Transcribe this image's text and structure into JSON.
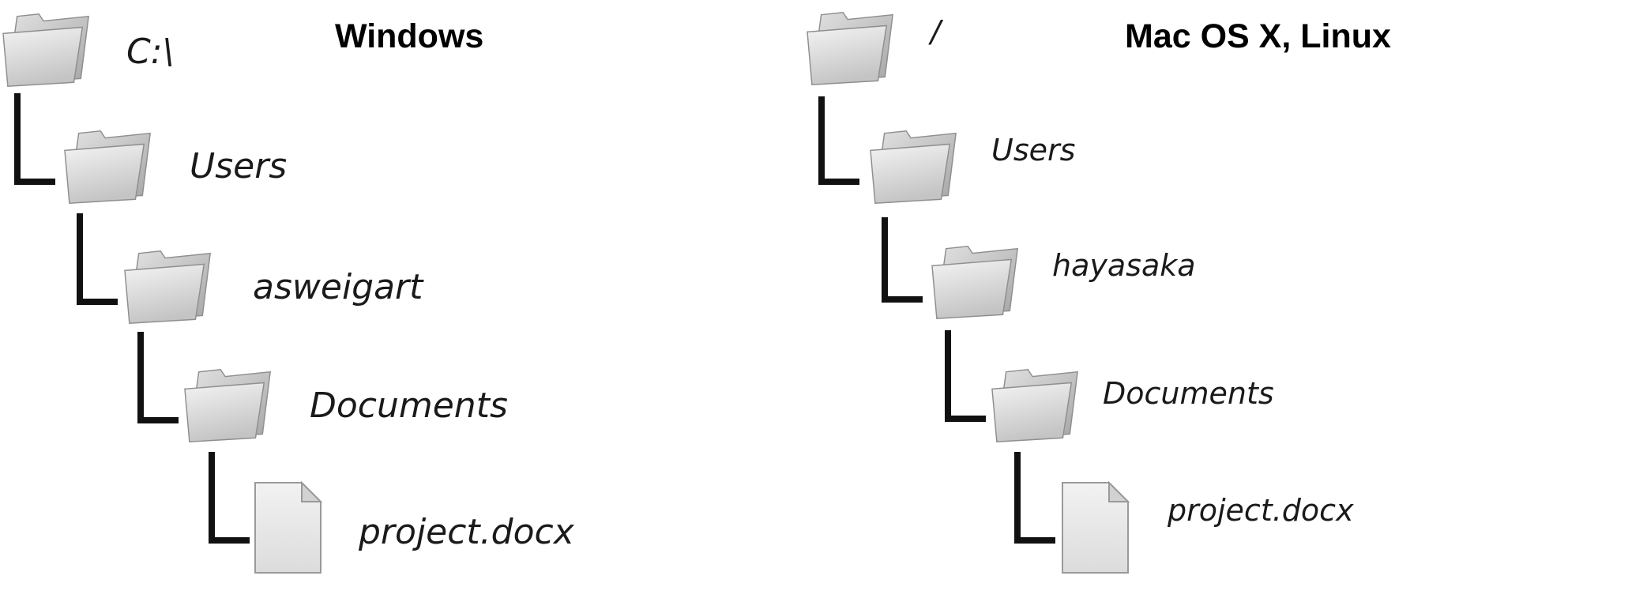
{
  "windows": {
    "heading": "Windows",
    "nodes": [
      {
        "label": "C:\\",
        "icon": "folder-icon"
      },
      {
        "label": "Users",
        "icon": "folder-icon"
      },
      {
        "label": "asweigart",
        "icon": "folder-icon"
      },
      {
        "label": "Documents",
        "icon": "folder-icon"
      },
      {
        "label": "project.docx",
        "icon": "document-icon"
      }
    ]
  },
  "unix": {
    "heading": "Mac OS X, Linux",
    "nodes": [
      {
        "label": "/",
        "icon": "folder-icon"
      },
      {
        "label": "Users",
        "icon": "folder-icon"
      },
      {
        "label": "hayasaka",
        "icon": "folder-icon"
      },
      {
        "label": "Documents",
        "icon": "folder-icon"
      },
      {
        "label": "project.docx",
        "icon": "document-icon"
      }
    ]
  }
}
